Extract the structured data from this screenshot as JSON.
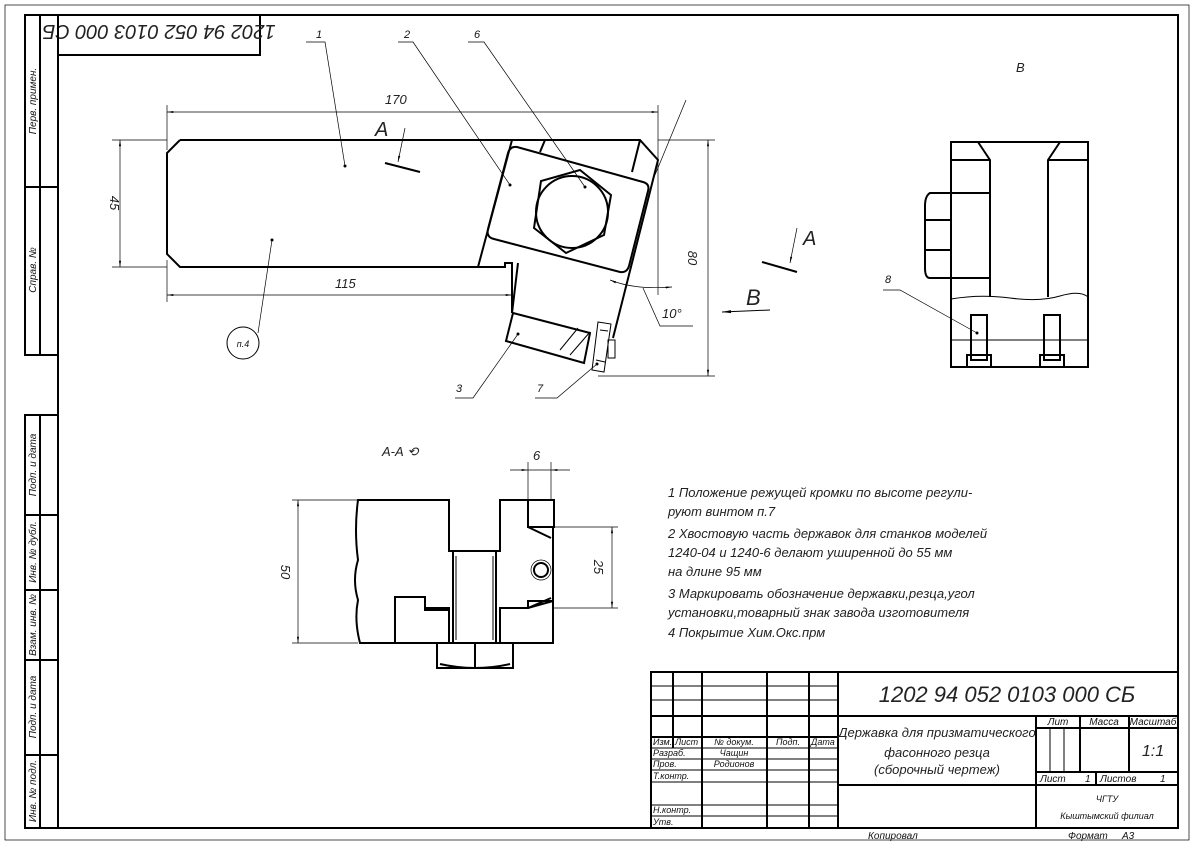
{
  "sheet": {
    "stamp_top": "1202 94 052 0103 000 СБ",
    "margin_labels": [
      "Перв. примен.",
      "Справ. №",
      "Подп. и дата",
      "Инв. № дубл.",
      "Взам. инв. №",
      "Подп. и дата",
      "Инв. № подл."
    ]
  },
  "main_view": {
    "positions": [
      "1",
      "2",
      "6",
      "3",
      "7"
    ],
    "note_ref": "п.4",
    "dims": {
      "length": "170",
      "height": "45",
      "short_length": "115",
      "total_height": "80",
      "angle": "10°"
    },
    "section_mark": "А",
    "view_mark": "В"
  },
  "section_view": {
    "title": "А-А ⟲",
    "dims": {
      "width": "6",
      "height": "50",
      "slot": "25"
    }
  },
  "view_b": {
    "title": "В",
    "positions": [
      "8"
    ]
  },
  "notes": [
    "1 Положение режущей кромки по высоте регули-",
    "   руют винтом п.7",
    "2 Хвостовую часть державок для станков моделей",
    "   1240-04 и 1240-6 делают уширенной до 55 мм",
    "   на длине 95 мм",
    "3 Маркировать обозначение державки,резца,угол",
    "   установки,товарный знак завода изготовителя",
    "4 Покрытие Хим.Окс.прм"
  ],
  "title_block": {
    "designation": "1202 94 052 0103 000 СБ",
    "name_lines": [
      "Державка для призматического",
      "фасонного резца",
      "(сборочный чертеж)"
    ],
    "headers": {
      "izm": "Изм.",
      "list": "Лист",
      "doc": "№ докум.",
      "sign": "Подп.",
      "date": "Дата"
    },
    "roles": [
      {
        "role": "Разраб.",
        "name": "Чащин"
      },
      {
        "role": "Пров.",
        "name": "Родионов"
      },
      {
        "role": "Т.контр.",
        "name": ""
      },
      {
        "role": "Н.контр.",
        "name": ""
      },
      {
        "role": "Утв.",
        "name": ""
      }
    ],
    "lit_label": "Лит",
    "mass_label": "Масса",
    "scale_label": "Масштаб",
    "scale_value": "1:1",
    "sheet_label": "Лист",
    "sheet_value": "1",
    "sheets_label": "Листов",
    "sheets_value": "1",
    "org_line1": "ЧГТУ",
    "org_line2": "Кыштымский филиал",
    "copied_label": "Копировал",
    "format_label": "Формат",
    "format_value": "А3"
  }
}
